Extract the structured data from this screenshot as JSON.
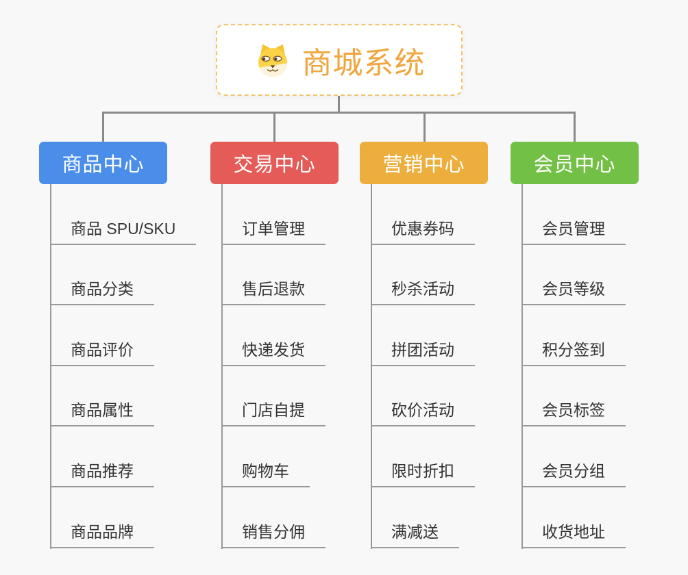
{
  "root": {
    "title": "商城系统",
    "icon": "dog-icon",
    "title_color": "#f0a63e",
    "border_color": "#f3c36d"
  },
  "branches": [
    {
      "label": "商品中心",
      "color": "#4a8ee9",
      "items": [
        "商品 SPU/SKU",
        "商品分类",
        "商品评价",
        "商品属性",
        "商品推荐",
        "商品品牌"
      ]
    },
    {
      "label": "交易中心",
      "color": "#e45b58",
      "items": [
        "订单管理",
        "售后退款",
        "快递发货",
        "门店自提",
        "购物车",
        "销售分佣"
      ]
    },
    {
      "label": "营销中心",
      "color": "#ecaf3e",
      "items": [
        "优惠券码",
        "秒杀活动",
        "拼团活动",
        "砍价活动",
        "限时折扣",
        "满减送"
      ]
    },
    {
      "label": "会员中心",
      "color": "#72c046",
      "items": [
        "会员管理",
        "会员等级",
        "积分签到",
        "会员标签",
        "会员分组",
        "收货地址"
      ]
    }
  ],
  "style": {
    "background": "#f8f8f8",
    "connector_color": "#8a8a8a",
    "item_line_color": "#999999",
    "item_text_color": "#333333"
  }
}
